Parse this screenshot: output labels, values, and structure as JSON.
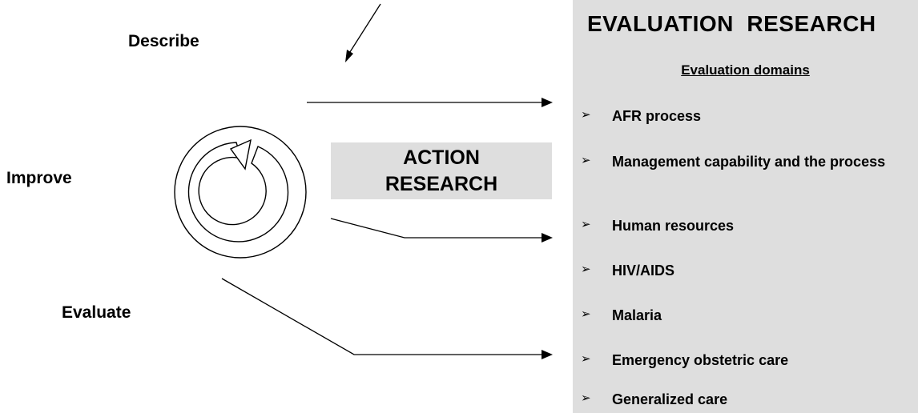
{
  "labels": {
    "describe": "Describe",
    "improve": "Improve",
    "evaluate": "Evaluate"
  },
  "action_research": {
    "line1": "ACTION",
    "line2": "RESEARCH"
  },
  "evaluation_research": {
    "title": "EVALUATION  RESEARCH",
    "subtitle": "Evaluation domains",
    "bullet": "➢",
    "domains": [
      "AFR process",
      "Management capability and the process",
      "Human resources",
      "HIV/AIDS",
      "Malaria",
      "Emergency obstetric care",
      "Generalized care"
    ]
  },
  "colors": {
    "panel": "#dedede",
    "lines": "#000000"
  },
  "icons": {
    "cycle": "cycle-arrow-icon"
  }
}
